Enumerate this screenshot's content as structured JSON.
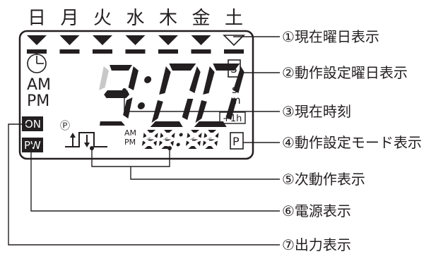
{
  "weekdays": [
    "日",
    "月",
    "火",
    "水",
    "木",
    "金",
    "土"
  ],
  "lcd": {
    "am": "AM",
    "pm": "PM",
    "on_badge": "ON",
    "pw_badge": "PW",
    "p_mark": "Ⓟ",
    "s_box": "S",
    "s_unit": "s",
    "m_unit": "m",
    "plus1h": "+1h",
    "p_box": "P",
    "next_am": "AM",
    "next_pm": "PM"
  },
  "callouts": [
    "①現在曜日表示",
    "②動作設定曜日表示",
    "③現在時刻",
    "④動作設定モード表示",
    "⑤次動作表示",
    "⑥電源表示",
    "⑦出力表示"
  ]
}
